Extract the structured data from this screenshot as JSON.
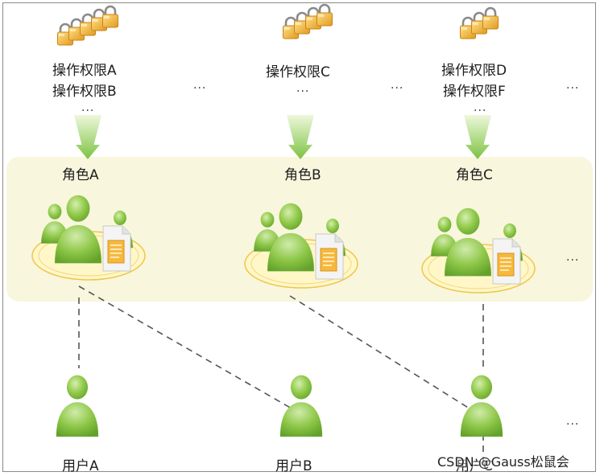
{
  "permissions": {
    "group_a": [
      "操作权限A",
      "操作权限B"
    ],
    "group_c": [
      "操作权限C"
    ],
    "group_d": [
      "操作权限D",
      "操作权限F"
    ]
  },
  "roles": [
    "角色A",
    "角色B",
    "角色C"
  ],
  "users": [
    "用户A",
    "用户B",
    "用户C"
  ],
  "ellipsis": "...",
  "watermark": "CSDN @Gauss松鼠会",
  "colors": {
    "arrow": "#7dc242",
    "band": "#f8f6dc",
    "person": "#8cc63f",
    "lock": "#f0b73a"
  }
}
